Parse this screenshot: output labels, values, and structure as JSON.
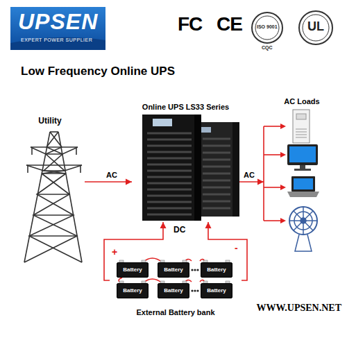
{
  "diagram": {
    "title": "Low Frequency Online UPS",
    "nodes": [
      {
        "text": [
          "Utility"
        ]
      },
      {
        "text": [
          "Online UPS LS33 Series"
        ]
      },
      {
        "text": [
          "AC Loads"
        ]
      },
      {
        "text": [
          "External Battery bank"
        ]
      },
      {
        "text": [
          "Battery"
        ],
        "in": 3
      },
      {
        "text": [
          "Battery"
        ],
        "in": 3
      },
      {
        "text": [
          "Battery"
        ],
        "in": 3
      },
      {
        "text": [
          "Battery"
        ],
        "in": 3
      },
      {
        "text": [
          "Battery"
        ],
        "in": 3
      },
      {
        "text": [
          "Battery"
        ],
        "in": 3
      }
    ],
    "edges": [
      {
        "from": 0,
        "to": 1,
        "label": "AC",
        "arrow": "to"
      },
      {
        "from": 1,
        "to": 2,
        "label": "AC",
        "arrow": "to"
      },
      {
        "from": 3,
        "to": 1,
        "label": "+",
        "arrow": "to"
      },
      {
        "from": 3,
        "to": 1,
        "label": "-",
        "arrow": "to"
      }
    ],
    "labels": [
      "UPSEN",
      "EXPERT POWER SUPPLIER",
      "FC",
      "CE",
      "ISO 9001",
      "CQC",
      "UL",
      "DC",
      "WWW.UPSEN.NET"
    ]
  }
}
